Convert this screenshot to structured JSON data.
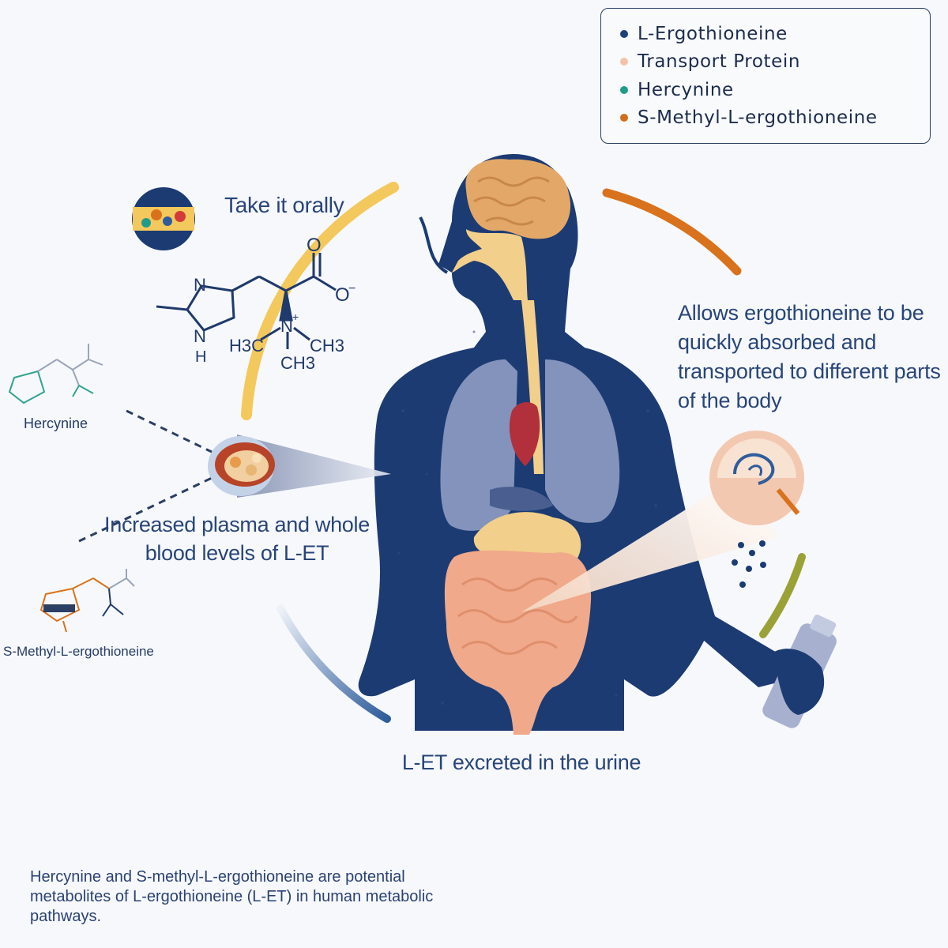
{
  "legend": {
    "items": [
      {
        "label": "L-Ergothioneine",
        "color": "#1e3f78"
      },
      {
        "label": "Transport Protein",
        "color": "#f2c3a9"
      },
      {
        "label": "Hercynine",
        "color": "#239b8a"
      },
      {
        "label": "S-Methyl-L-ergothioneine",
        "color": "#d06d1c"
      }
    ]
  },
  "labels": {
    "take_orally": "Take it orally",
    "absorb": "Allows ergothioneine to be quickly absorbed and transported to different parts of the body",
    "plasma": "Increased plasma and whole blood levels of L-ET",
    "urine": "L-ET excreted in the urine",
    "hercynine": "Hercynine",
    "s_methyl": "S-Methyl-L-ergothioneine",
    "note": "Hercynine and S-methyl-L-ergothioneine are potential metabolites of L-ergothioneine (L-ET) in human metabolic pathways."
  },
  "molecule": {
    "n_top": "N",
    "n_bottom": "N",
    "h": "H",
    "o_top": "O",
    "o_minus": "O",
    "charge": "−",
    "n_plus": "N",
    "plus": "+",
    "ch3_left": "H3C",
    "ch3_right": "CH3",
    "ch3_bottom": "CH3"
  },
  "colors": {
    "body": "#1c3b73",
    "organ_tan": "#f2cf8a",
    "intestine": "#f0a98a",
    "lung": "#8f9dc3",
    "arc_yellow": "#f3c85c",
    "arc_orange": "#d9721c",
    "arc_blue": "#2f5c9c",
    "arc_olive": "#9aa235"
  }
}
